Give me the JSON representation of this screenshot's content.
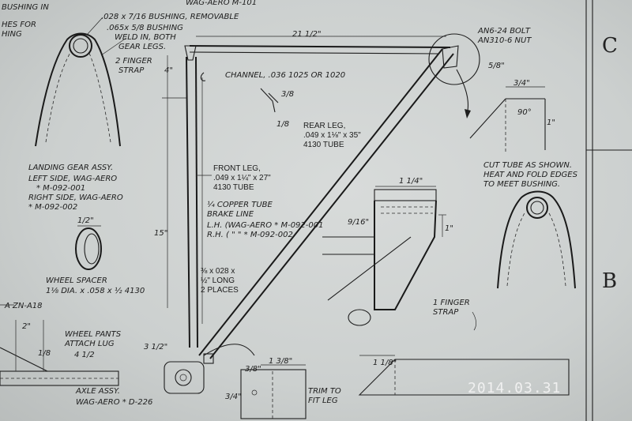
{
  "drawing": {
    "top_left_notes": [
      "BUSHING IN",
      "HES FOR",
      "HING"
    ],
    "title_fragment": "WAG-AERO M-101",
    "bushing_note": ".028 x 7/16 BUSHING, REMOVABLE",
    "bushing_weld_note": ".065x 5/8 BUSHING\nWELD IN, BOTH\nGEAR LEGS.",
    "finger_strap_2": "2 FINGER\nSTRAP",
    "dim_top_span": "21 1/2\"",
    "bolt_note": "AN6-24 BOLT\nAN310-6 NUT",
    "dim_5_8": "5/8\"",
    "dim_4": "4\"",
    "channel_note": "CHANNEL, .036 1025 OR 1020",
    "channel_dim_3_8": "3/8",
    "channel_dim_1_8": "1/8",
    "rear_leg_note": "REAR LEG,\n.049 x 1 1/8\" x 35\"\n4130 TUBE",
    "dim_3_4": "3/4\"",
    "dim_90": "90°",
    "dim_1": "1\"",
    "cut_tube_note": "CUT TUBE AS SHOWN.\nHEAT AND FOLD EDGES\nTO MEET BUSHING.",
    "landing_gear_note": "LANDING GEAR ASSY.\nLEFT SIDE, WAG-AERO\n* M-092-001\nRIGHT SIDE, WAG-AERO\n* M-092-002",
    "front_leg_note": "FRONT LEG,\n.049 x 1 1/4\" x 27\"\n4130 TUBE",
    "brake_line_note": "1/4 COPPER TUBE\nBRAKE LINE\nL.H. (WAG-AERO * M-092-001\nR.H. (  \"       \"    * M-092-002",
    "dim_1_1_4": "1 1/4\"",
    "dim_9_16": "9/16\"",
    "dim_1_strap": "1\"",
    "dim_15": "15\"",
    "dim_1_2": "1/2\"",
    "wheel_spacer_note": "WHEEL SPACER\n1 1/8 DIA. x .058 x 1/2 4130",
    "clip_note": "3/8 x 028 x\n1/2\" LONG\n2 PLACES",
    "finger_strap_1": "1 FINGER\nSTRAP",
    "an_ref": "A ZN-A18",
    "dim_2": "2\"",
    "wheel_pants_note": "WHEEL PANTS\nATTACH LUG",
    "dim_4_1_2": "4 1/2",
    "dim_1_8_a": "1/8",
    "dim_3_1_2": "3 1/2\"",
    "dim_3_8_b": "3/8\"",
    "dim_1_3_8": "1 3/8\"",
    "dim_3_4_b": "3/4\"",
    "trim_note": "TRIM TO\nFIT LEG",
    "dim_1_8_b": "1 1/8\"",
    "axle_note": "AXLE ASSY.\nWAG-AERO * D-226",
    "zone_c": "C",
    "zone_b": "B"
  },
  "photo": {
    "date_stamp": "2014.03.31"
  }
}
